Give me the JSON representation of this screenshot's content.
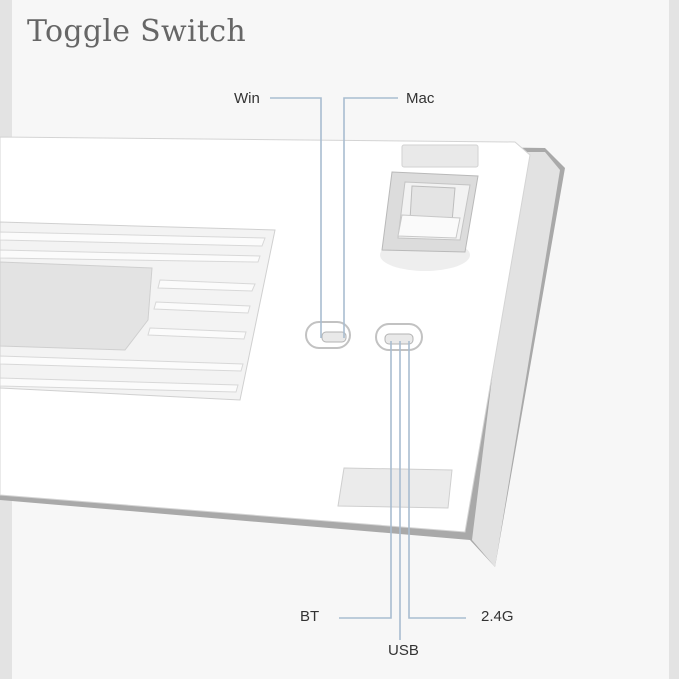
{
  "title": "Toggle Switch",
  "os_switch": {
    "left_label": "Win",
    "right_label": "Mac"
  },
  "mode_switch": {
    "left_label": "BT",
    "center_label": "USB",
    "right_label": "2.4G"
  },
  "colors": {
    "leader_line": "#a9bdd0",
    "body": "#ffffff",
    "edge": "#a7a7a7",
    "text": "#333333"
  }
}
